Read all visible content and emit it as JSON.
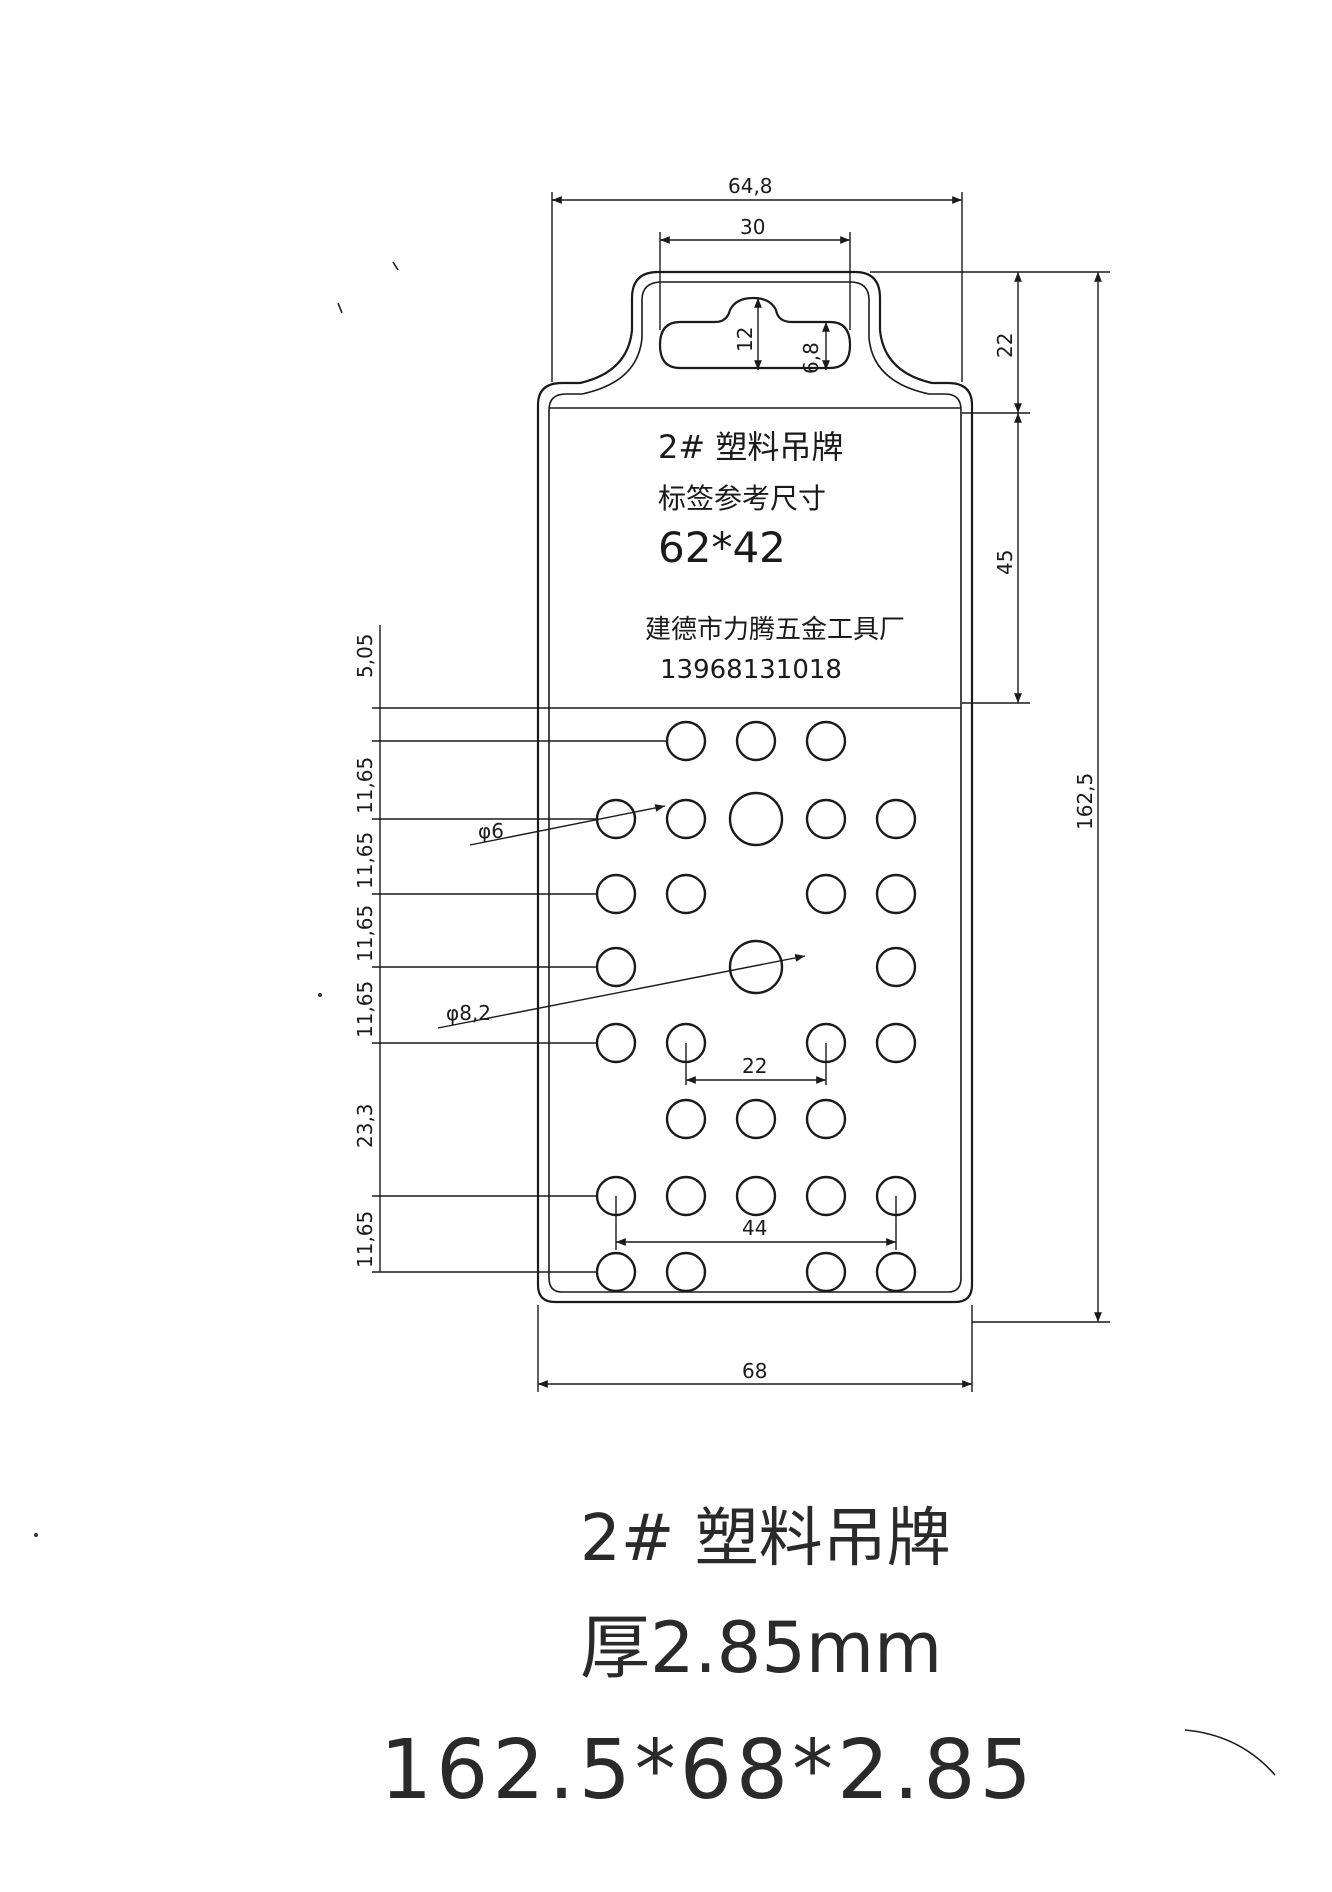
{
  "dimensions": {
    "top_width": "64,8",
    "slot_width": "30",
    "slot_height": "12",
    "slot_round": "6,8",
    "hanger_height": "22",
    "label_height": "45",
    "total_height": "162,5",
    "bottom_width": "68",
    "pitch_1": "5,05",
    "pitch_2": "11,65",
    "pitch_3": "11,65",
    "pitch_4": "11,65",
    "pitch_5": "11,65",
    "pitch_6": "23,3",
    "pitch_7": "11,65",
    "small_hole": "φ6",
    "big_hole": "φ8,2",
    "inner_spacing": "22",
    "outer_spacing": "44"
  },
  "label": {
    "title": "2# 塑料吊牌",
    "subtitle": "标签参考尺寸",
    "size": "62*42",
    "company": "建德市力腾五金工具厂",
    "phone": "13968131018"
  },
  "footer": {
    "name": "2# 塑料吊牌",
    "thickness": "厚2.85mm",
    "spec": "162.5*68*2.85"
  }
}
